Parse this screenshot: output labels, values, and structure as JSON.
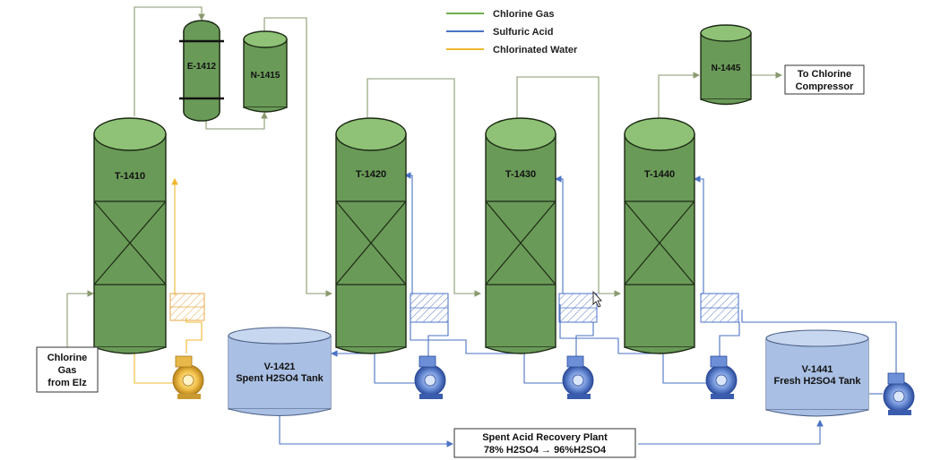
{
  "legend": {
    "items": [
      {
        "label": "Chlorine Gas",
        "color": "#6fae4f"
      },
      {
        "label": "Sulfuric Acid",
        "color": "#4a72c4"
      },
      {
        "label": "Chlorinated Water",
        "color": "#f0b830"
      }
    ]
  },
  "equipment": {
    "t1410": "T-1410",
    "t1420": "T-1420",
    "t1430": "T-1430",
    "t1440": "T-1440",
    "e1412": "E-1412",
    "n1415": "N-1415",
    "n1445": "N-1445",
    "v1421_line1": "V-1421",
    "v1421_line2": "Spent H2SO4 Tank",
    "v1441_line1": "V-1441",
    "v1441_line2": "Fresh H2SO4 Tank"
  },
  "boxes": {
    "source_line1": "Chlorine",
    "source_line2": "Gas",
    "source_line3": "from Elz",
    "dest_line1": "To Chlorine",
    "dest_line2": "Compressor",
    "recovery_line1": "Spent Acid Recovery Plant",
    "recovery_line2": "78% H2SO4 → 96%H2SO4"
  },
  "colors": {
    "chlorine_gas": "#6fae4f",
    "sulfuric_acid": "#4a72c4",
    "chlorinated_water": "#f0b830",
    "tower_fill": "#6a9a58",
    "tank_fill": "#a9bfe3"
  }
}
